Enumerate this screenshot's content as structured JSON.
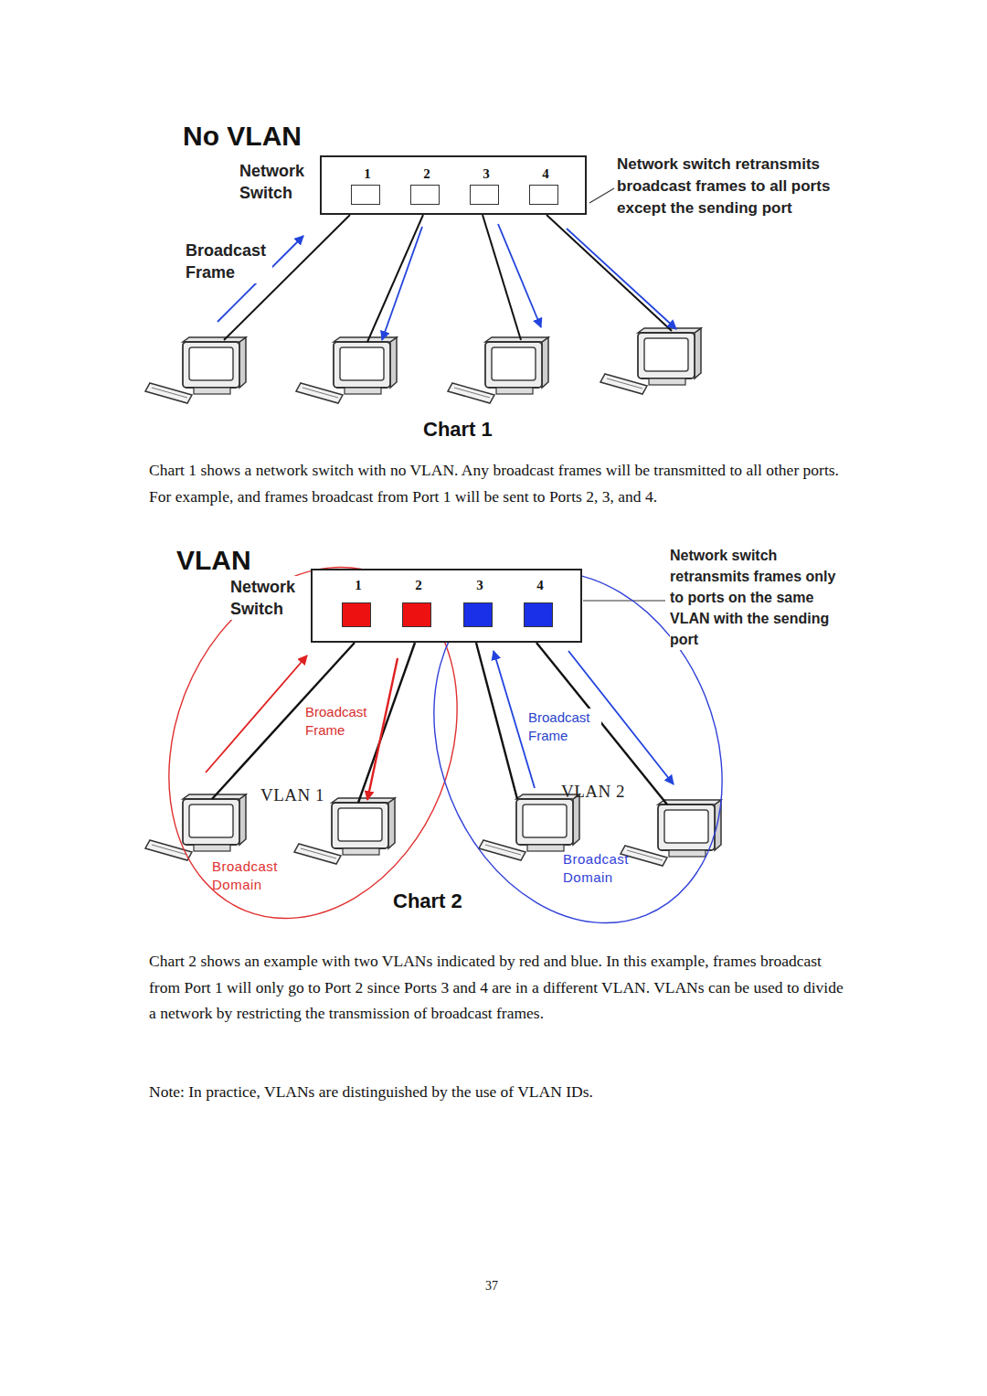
{
  "diagram": {
    "nodes": [
      {
        "text": [
          "Network Switch"
        ]
      },
      {
        "text": [
          "1"
        ],
        "in": 0
      },
      {
        "text": [
          "2"
        ],
        "in": 0
      },
      {
        "text": [
          "3"
        ],
        "in": 0
      },
      {
        "text": [
          "4"
        ],
        "in": 0
      },
      {
        "text": [
          "Network Switch"
        ]
      },
      {
        "text": [
          "1"
        ],
        "in": 5
      },
      {
        "text": [
          "2"
        ],
        "in": 5
      },
      {
        "text": [
          "3"
        ],
        "in": 5
      },
      {
        "text": [
          "4"
        ],
        "in": 5
      },
      {
        "text": [
          "VLAN 1",
          "Broadcast Domain"
        ]
      },
      {
        "text": [
          "VLAN 2",
          "Broadcast Domain"
        ]
      }
    ],
    "labels": [
      "No VLAN",
      "Network switch retransmits broadcast frames to all ports except the sending port",
      "Broadcast Frame",
      "Chart 1",
      "Chart 1 shows a network switch with no VLAN. Any broadcast frames will be transmitted to all other ports. For example, and frames broadcast from Port 1 will be sent to Ports 2, 3, and 4.",
      "VLAN",
      "Network switch retransmits frames only to ports on the same VLAN with the sending port",
      "Broadcast Frame",
      "Broadcast Frame",
      "Chart 2",
      "Chart 2 shows an example with two VLANs indicated by red and blue. In this example, frames broadcast from Port 1 will only go to Port 2 since Ports 3 and 4 are in a different VLAN. VLANs can be used to divide a network by restricting the transmission of broadcast frames.",
      "Note: In practice, VLANs are distinguished by the use of VLAN IDs.",
      "37"
    ]
  }
}
